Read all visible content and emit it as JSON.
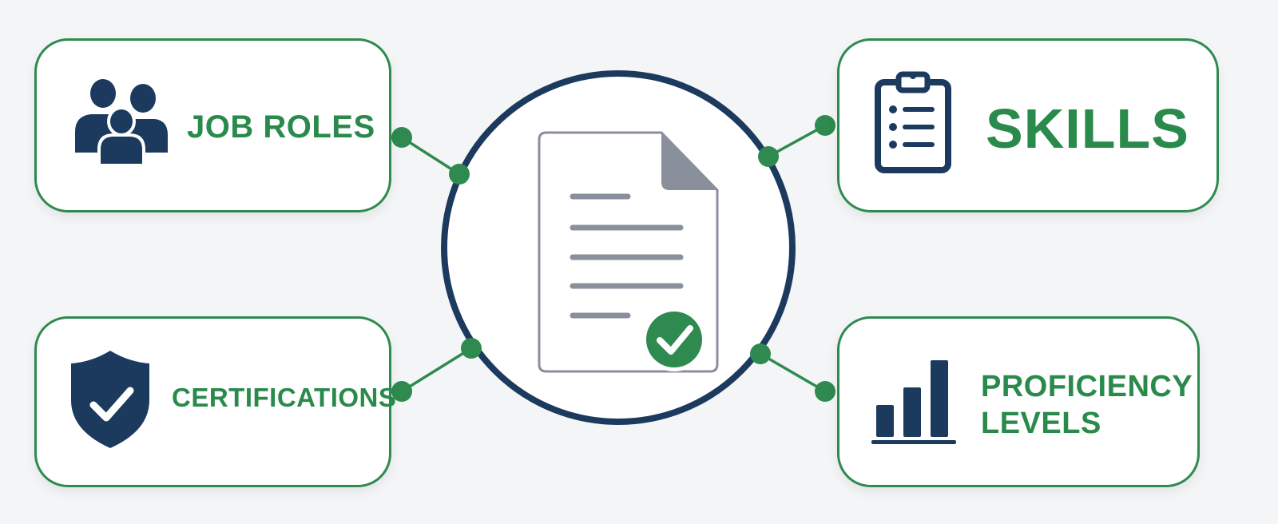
{
  "nodes": {
    "job_roles": "JOB ROLES",
    "skills": "SKILLS",
    "certifications": "CERTIFICATIONS",
    "proficiency_line1": "PROFICIENCY",
    "proficiency_line2": "LEVELS"
  },
  "icons": {
    "center": "document-check-icon",
    "job_roles": "people-group-icon",
    "skills": "clipboard-list-icon",
    "certifications": "shield-check-icon",
    "proficiency": "bar-chart-icon"
  },
  "colors": {
    "navy": "#1c3a5e",
    "green": "#2e8a4e",
    "doc_gray": "#8a8f9c",
    "background": "#f4f5f7"
  }
}
